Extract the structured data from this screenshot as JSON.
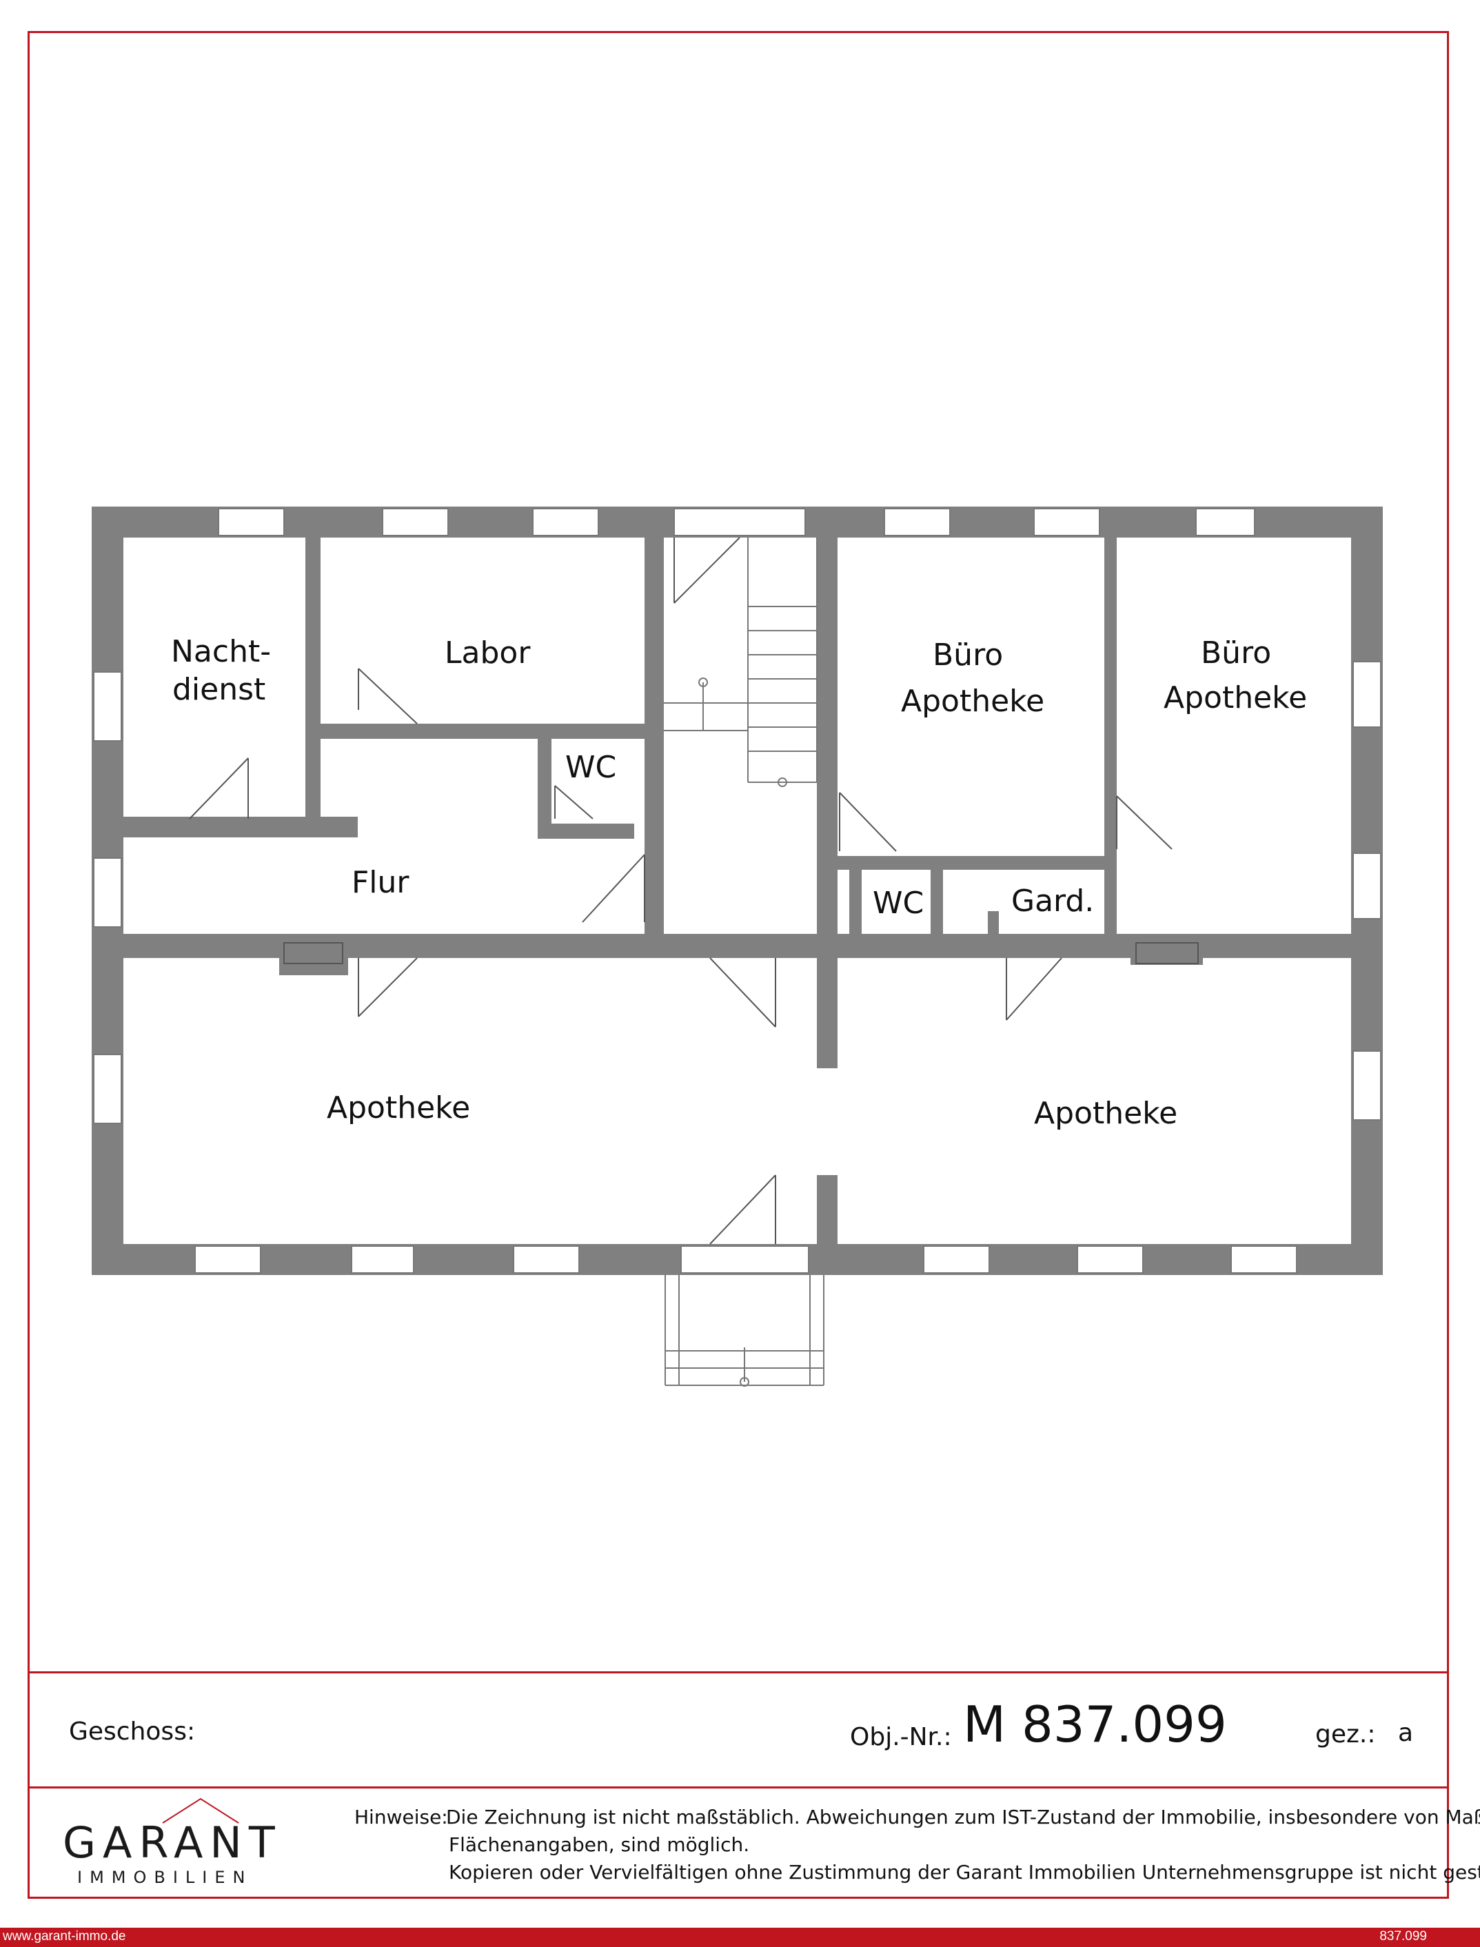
{
  "colors": {
    "frame": "#c0151f",
    "wall": "#808080",
    "footer_bar": "#c0151f",
    "footer_text": "#ffffff"
  },
  "rooms": {
    "nachtdienst_1": "Nacht-",
    "nachtdienst_2": "dienst",
    "labor": "Labor",
    "wc_1": "WC",
    "buero_1_line1": "Büro",
    "buero_1_line2": "Apotheke",
    "buero_2_line1": "Büro",
    "buero_2_line2": "Apotheke",
    "flur": "Flur",
    "wc_2": "WC",
    "garderobe": "Gard.",
    "apotheke_left": "Apotheke",
    "apotheke_right": "Apotheke"
  },
  "titleblock": {
    "geschoss_label": "Geschoss:",
    "objnr_label": "Obj.-Nr.:",
    "objnr": "M 837.099",
    "gez_label": "gez.:",
    "gez": "a",
    "hinweis_label": "Hinweise:",
    "hinweis_line1": "Die Zeichnung ist nicht maßstäblich. Abweichungen zum IST-Zustand der Immobilie, insbesondere von Maß- und",
    "hinweis_line2": "Flächenangaben, sind möglich.",
    "hinweis_line3": "Kopieren oder Vervielfältigen ohne Zustimmung der Garant Immobilien Unternehmensgruppe ist nicht gestattet!"
  },
  "logo": {
    "main": "GARANT",
    "sub": "IMMOBILIEN"
  },
  "footer": {
    "url": "www.garant-immo.de",
    "ref": "837.099"
  }
}
